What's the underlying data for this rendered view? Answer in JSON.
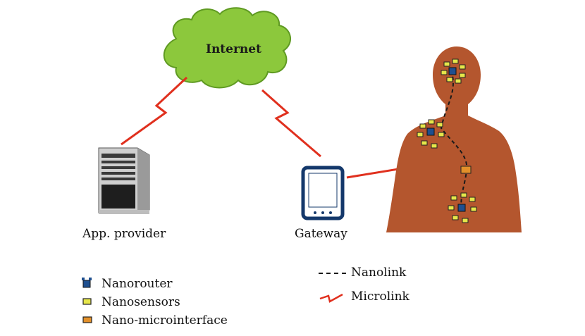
{
  "cloud": {
    "label": "Internet"
  },
  "nodes": {
    "provider_label": "App. provider",
    "gateway_label": "Gateway"
  },
  "legend_left": [
    {
      "label": "Nanorouter",
      "icon": "nanorouter-icon",
      "color": "#1f4f8f"
    },
    {
      "label": "Nanosensors",
      "icon": "nanosensor-icon",
      "color": "#e6e64a"
    },
    {
      "label": "Nano-microinterface",
      "icon": "nano-microinterface-icon",
      "color": "#e3902a"
    }
  ],
  "legend_right": [
    {
      "label": "Nanolink",
      "icon": "dashed-line-icon"
    },
    {
      "label": "Microlink",
      "icon": "zigzag-link-icon",
      "color": "#e0301e"
    }
  ],
  "colors": {
    "cloud": "#8cc83c",
    "body": "#b4562e",
    "link": "#e0301e",
    "gateway": "#14386b"
  }
}
